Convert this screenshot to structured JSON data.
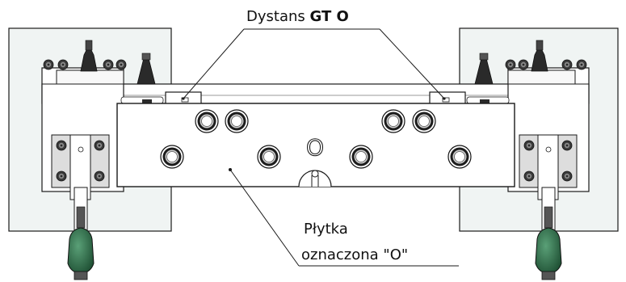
{
  "diagram": {
    "callouts": {
      "dystans": {
        "text": "Dystans",
        "bold": "GT O"
      },
      "plytka": {
        "line1": "Płytka",
        "line2": "oznaczona \"O\""
      }
    },
    "plate_mark": "O"
  },
  "colors": {
    "panel_fill": "#f0f4f3",
    "rubber_grip": "#2d6b46",
    "line": "#1a1a1a"
  }
}
